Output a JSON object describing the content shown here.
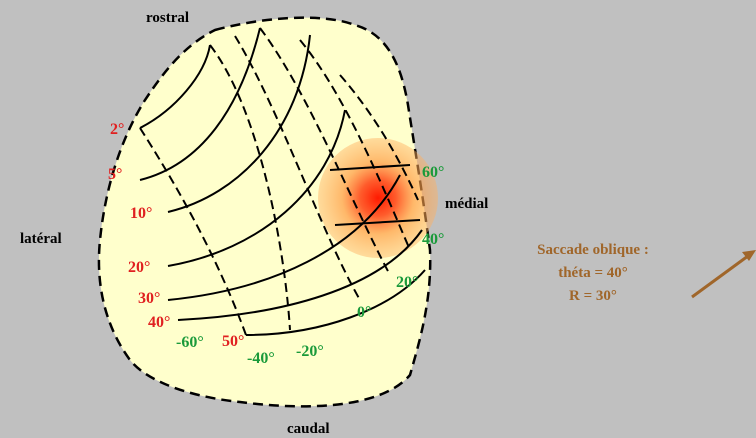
{
  "directions": {
    "rostral": "rostral",
    "caudal": "caudal",
    "lateral": "latéral",
    "medial": "médial"
  },
  "amplitude_labels": [
    "2°",
    "5°",
    "10°",
    "20°",
    "30°",
    "40°",
    "50°"
  ],
  "direction_labels": [
    "-60°",
    "-40°",
    "-20°",
    "0°",
    "20°",
    "40°",
    "60°"
  ],
  "saccade": {
    "line1": "Saccade oblique :",
    "line2": "théta = 40°",
    "line3": "R = 30°"
  },
  "colors": {
    "background": "#c0c0c0",
    "colliculus_fill": "#ffffcc",
    "amplitude_label": "#e02020",
    "direction_label": "#1a9a3a",
    "saccade_text": "#a0662a",
    "arrow": "#a0662a",
    "activity_center": "#ff1a00"
  }
}
